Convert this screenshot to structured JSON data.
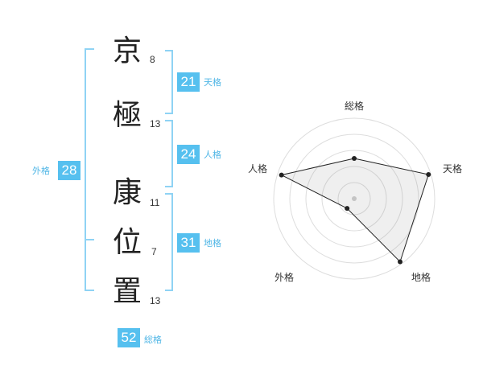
{
  "colors": {
    "accent": "#56c0ef",
    "bracket": "#8fd3f4",
    "label": "#4fb6e6",
    "text": "#222222"
  },
  "name": {
    "characters": [
      {
        "char": "京",
        "strokes": "8"
      },
      {
        "char": "極",
        "strokes": "13"
      },
      {
        "char": "康",
        "strokes": "11"
      },
      {
        "char": "位",
        "strokes": "7"
      },
      {
        "char": "置",
        "strokes": "13"
      }
    ]
  },
  "fortune": {
    "tenkaku": {
      "value": "21",
      "label": "天格"
    },
    "jinkaku": {
      "value": "24",
      "label": "人格"
    },
    "chikaku": {
      "value": "31",
      "label": "地格"
    },
    "gaikaku": {
      "value": "28",
      "label": "外格"
    },
    "soukaku": {
      "value": "52",
      "label": "総格"
    }
  },
  "chart_data": {
    "type": "radar",
    "axes": [
      "総格",
      "天格",
      "地格",
      "外格",
      "人格"
    ],
    "values": [
      0.5,
      0.97,
      0.97,
      0.15,
      0.95
    ],
    "max": 1,
    "rings": 5,
    "grid": true
  }
}
